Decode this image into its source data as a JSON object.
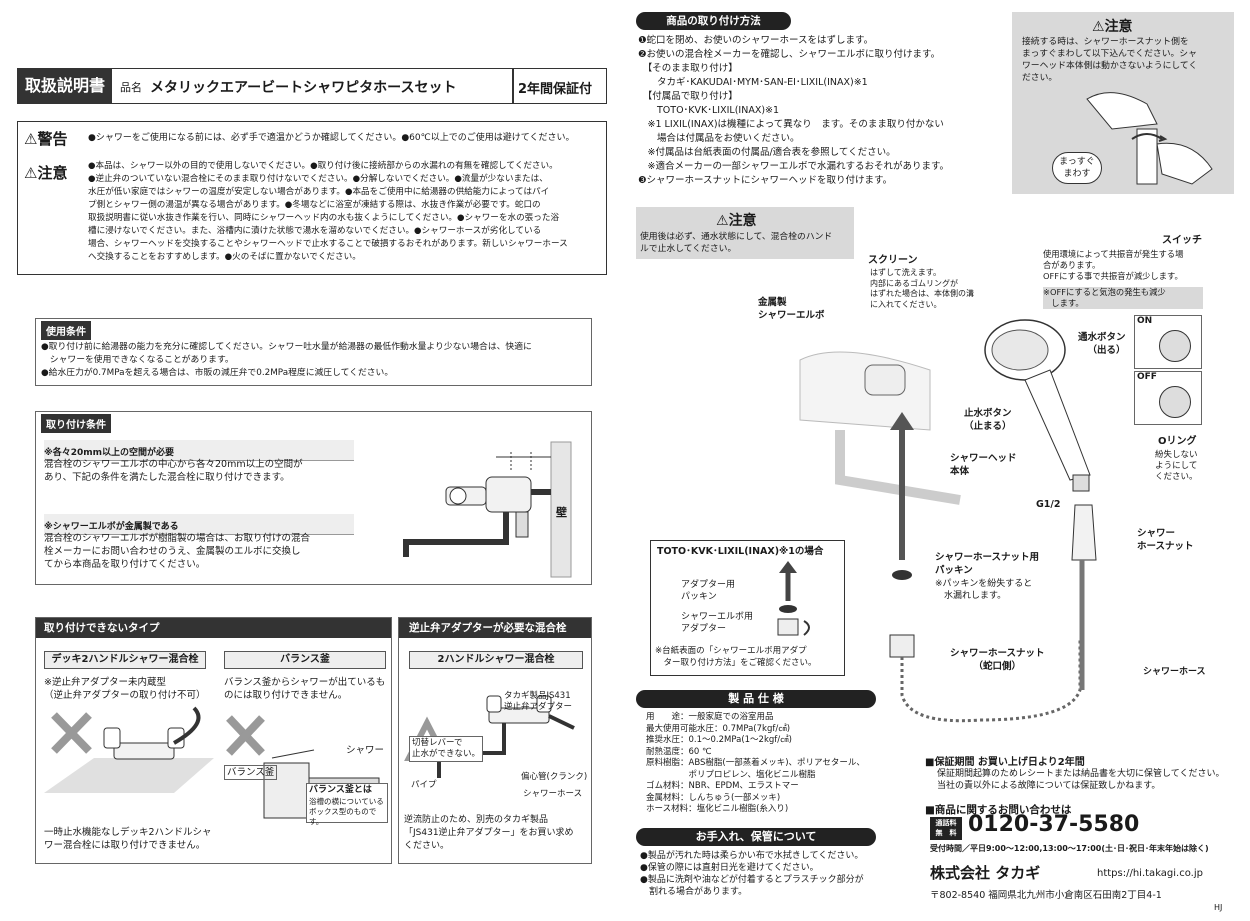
{
  "header": {
    "doc_type": "取扱説明書",
    "name_label": "品名",
    "product_name": "メタリックエアービートシャワピタホースセット",
    "warranty_badge": "2年間保証付"
  },
  "warning": {
    "label": "警告",
    "text": "●シャワーをご使用になる前には、必ず手で適温かどうか確認してください。●60℃以上でのご使用は避けてください。"
  },
  "caution": {
    "label": "注意",
    "text": "●本品は、シャワー以外の目的で使用しないでください。●取り付け後に接続部からの水漏れの有無を確認してください。\n●逆止弁のついていない混合栓にそのまま取り付けないでください。●分解しないでください。●流量が少ないまたは、\n水圧が低い家庭ではシャワーの温度が安定しない場合があります。●本品をご使用中に給湯器の供給能力によってはパイ\nプ側とシャワー側の湯温が異なる場合があります。●冬場などに浴室が凍結する際は、水抜き作業が必要です。蛇口の\n取扱説明書に従い水抜き作業を行い、同時にシャワーヘッド内の水も抜くようにしてください。●シャワーを水の張った浴\n槽に浸けないでください。また、浴槽内に漬けた状態で湯水を溜めないでください。●シャワーホースが劣化している\n場合、シャワーヘッドを交換することやシャワーヘッドで止水することで破損するおそれがあります。新しいシャワーホース\nへ交換することをおすすめします。●火のそばに置かないでください。"
  },
  "usage": {
    "title": "使用条件",
    "text": "●取り付け前に給湯器の能力を充分に確認してください。シャワー吐水量が給湯器の最低作動水量より少ない場合は、快適に\n　シャワーを使用できなくなることがあります。\n●給水圧力が0.7MPaを超える場合は、市販の減圧弁で0.2MPa程度に減圧してください。"
  },
  "install_cond": {
    "title": "取り付け条件",
    "sub1": "※各々20mm以上の空間が必要",
    "text1": "混合栓のシャワーエルボの中心から各々20mm以上の空間が\nあり、下記の条件を満たした混合栓に取り付けできます。",
    "sub2": "※シャワーエルボが金属製である",
    "text2": "混合栓のシャワーエルボが樹脂製の場合は、お取り付けの混合\n栓メーカーにお問い合わせのうえ、金属製のエルボに交換し\nてから本商品を取り付けてください。",
    "wall": "壁"
  },
  "cannot": {
    "title": "取り付けできないタイプ",
    "deck_title": "デッキ2ハンドルシャワー混合栓",
    "deck_note": "※逆止弁アダプター未内蔵型\n（逆止弁アダプターの取り付け不可）",
    "deck_bottom": "一時止水機能なしデッキ2ハンドルシャ\nワー混合栓には取り付けできません。",
    "balance_title": "バランス釜",
    "balance_note": "バランス釜からシャワーが出ているも\nのには取り付けできません。",
    "shower_label": "シャワー",
    "balance_label": "バランス釜",
    "balance_callout_title": "バランス釜とは",
    "balance_callout": "浴槽の横についている\nボックス型のものです。"
  },
  "check_valve": {
    "title": "逆止弁アダプターが必要な混合栓",
    "sub": "2ハンドルシャワー混合栓",
    "label_adapter": "タカギ製品JS431\n逆止弁アダプター",
    "label_switch": "切替レバーで\n止水ができない。",
    "label_crank": "偏心管(クランク)",
    "label_pipe": "パイプ",
    "label_hose": "シャワーホース",
    "text": "逆流防止のため、別売のタカギ製品\n「JS431逆止弁アダプター」をお買い求め\nください。"
  },
  "install": {
    "title": "商品の取り付け方法",
    "text": "❶蛇口を閉め、お使いのシャワーホースをはずします。\n❷お使いの混合栓メーカーを確認し、シャワーエルボに取り付けます。\n　【そのまま取り付け】\n　　タカギ･KAKUDAI･MYM･SAN-EI･LIXIL(INAX)※1\n　【付属品で取り付け】\n　　TOTO･KVK･LIXIL(INAX)※1\n　※1 LIXIL(INAX)は機種によって異なり　ます。そのまま取り付かない\n　　場合は付属品をお使いください。\n　※付属品は台紙表面の付属品/適合表を参照してください。\n　※適合メーカーの一部シャワーエルボで水漏れするおそれがあります。\n❸シャワーホースナットにシャワーヘッドを取り付けます。"
  },
  "caution_top": {
    "label": "注意",
    "text": "接続する時は、シャワーホースナット側を\nまっすぐまわして以下込んでください。シャ\nワーヘッド本体側は動かさないようにしてく\nださい。",
    "bubble": "まっすぐ\nまわす"
  },
  "caution_mid": {
    "label": "注意",
    "text": "使用後は必ず、通水状態にして、混合栓のハンド\nルで止水してください。"
  },
  "diagram": {
    "screen": "スクリーン",
    "screen_note": "はずして洗えます。\n内部にあるゴムリングが\nはずれた場合は、本体側の溝\nに入れてください。",
    "switch": "スイッチ",
    "switch_note": "使用環境によって共振音が発生する場\n合があります。\nOFFにする事で共振音が減少します。",
    "switch_note2": "※OFFにすると気泡の発生も減少\n　します。",
    "elbow": "金属製\nシャワーエルボ",
    "water_btn": "通水ボタン\n（出る）",
    "stop_btn": "止水ボタン\n（止まる）",
    "on_label": "ON",
    "off_label": "OFF",
    "oring": "Oリング",
    "oring_note": "紛失しない\nようにして\nください。",
    "head_body": "シャワーヘッド\n本体",
    "g12": "G1/2",
    "hose_nut_r": "シャワー\nホースナット",
    "packing": "シャワーホースナット用\nパッキン",
    "packing_note": "※パッキンを紛失すると\n　水漏れします。",
    "hose_nut_tap": "シャワーホースナット\n（蛇口側）",
    "hose": "シャワーホース",
    "adapter_box_title": "TOTO･KVK･LIXIL(INAX)※1の場合",
    "adapter_packing": "アダプター用\nパッキン",
    "adapter_elbow": "シャワーエルボ用\nアダプター",
    "adapter_note": "※台紙表面の「シャワーエルボ用アダプ\n　ター取り付け方法」をご確認ください。"
  },
  "specs": {
    "title": "製 品 仕 様",
    "text": "用　　途：一般家庭での浴室用品\n最大使用可能水圧：0.7MPa(7kgf/㎠)\n推奨水圧：0.1～0.2MPa(1～2kgf/㎠)\n耐熱温度：60 ℃\n原料樹脂：ABS樹脂(一部蒸着メッキ)、ポリアセタール、\n　　　　　ポリプロピレン、塩化ビニル樹脂\nゴム材料：NBR、EPDM、エラストマー\n金属材料：しんちゅう(一部メッキ)\nホース材料：塩化ビニル樹脂(糸入り)"
  },
  "care": {
    "title": "お手入れ、保管について",
    "text": "●製品が汚れた時は柔らかい布で水拭きしてください。\n●保管の際には直射日光を避けてください。\n●製品に洗剤や油などが付着するとプラスチック部分が\n　割れる場合があります。"
  },
  "warranty": {
    "title": "■保証期間 お買い上げ日より2年間",
    "text": "保証期間起算のためレシートまたは納品書を大切に保管してください。\n当社の責以外による故障については保証致しかねます。"
  },
  "contact": {
    "title": "■商品に関するお問い合わせは",
    "free_badge": "通話料\n無　料",
    "phone": "0120-37-5580",
    "hours": "受付時間／平日9:00～12:00,13:00～17:00(土･日･祝日･年末年始は除く)",
    "company": "株式会社 タカギ",
    "url": "https://hi.takagi.co.jp",
    "address": "〒802-8540 福岡県北九州市小倉南区石田南2丁目4-1",
    "code": "HJ"
  }
}
